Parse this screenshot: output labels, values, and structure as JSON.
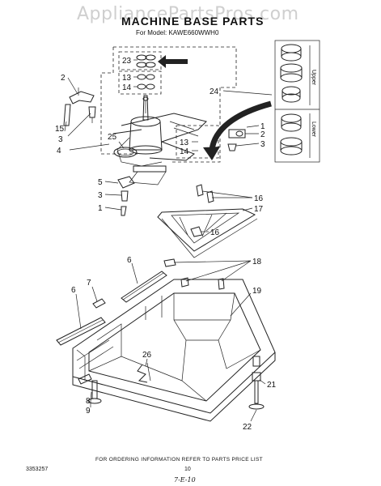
{
  "watermark": "AppliancePartsPros.com",
  "title": "MACHINE BASE PARTS",
  "subtitle": "For Model: KAWE660WWH0",
  "callouts": [
    "23",
    "2",
    "13",
    "14",
    "15",
    "3",
    "25",
    "4",
    "24",
    "1",
    "2",
    "3",
    "13",
    "14",
    "5",
    "3",
    "1",
    "16",
    "17",
    "16",
    "6",
    "18",
    "7",
    "6",
    "19",
    "26",
    "21",
    "8",
    "9",
    "22"
  ],
  "inset_labels": {
    "upper": "Upper",
    "lower": "Lower"
  },
  "footer": {
    "ordering_note": "FOR ORDERING INFORMATION REFER TO PARTS PRICE LIST",
    "doc_number": "3353257",
    "page_number": "10",
    "handwritten_mark": "7-E-10"
  }
}
